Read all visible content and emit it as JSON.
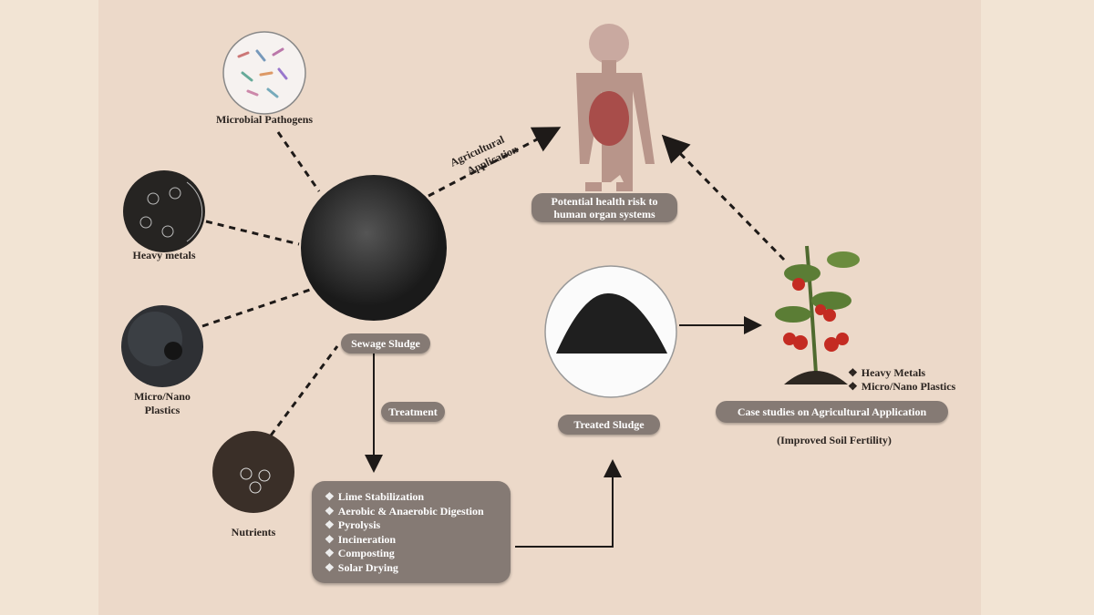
{
  "sources": [
    {
      "label": "Microbial Pathogens",
      "icon": "bacteria-icon"
    },
    {
      "label": "Heavy metals",
      "icon": "heavy-metals-icon"
    },
    {
      "label": "Micro/Nano Plastics",
      "icon": "microplastics-icon"
    },
    {
      "label": "Nutrients",
      "icon": "nutrients-icon"
    }
  ],
  "sewage_sludge": "Sewage Sludge",
  "agricultural_application": [
    "Agricultural",
    "Application"
  ],
  "health_risk": "Potential health risk to human organ systems",
  "treatment_label": "Treatment",
  "treatment_methods": [
    "Lime Stabilization",
    "Aerobic & Anaerobic Digestion",
    "Pyrolysis",
    "Incineration",
    "Composting",
    "Solar Drying"
  ],
  "treated_sludge": "Treated Sludge",
  "plant_contaminants": [
    "Heavy Metals",
    "Micro/Nano Plastics"
  ],
  "case_studies": "Case studies on Agricultural Application",
  "improved_fertility": "(Improved Soil Fertility)",
  "colors": {
    "background": "#ecd9c9",
    "pill": "#857a74",
    "sludge": "#2a2a2a",
    "body": "#b8958a"
  }
}
